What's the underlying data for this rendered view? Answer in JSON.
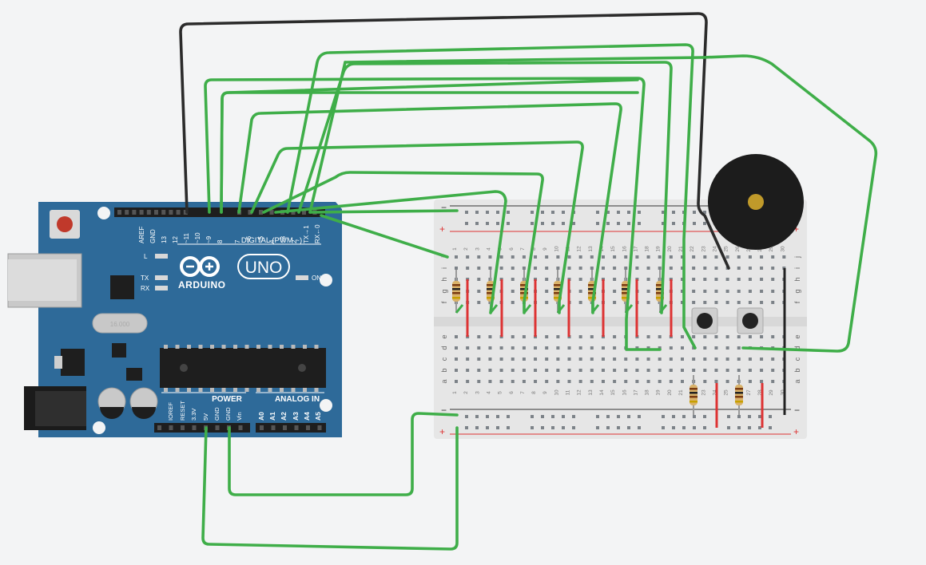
{
  "arduino": {
    "brand": "ARDUINO",
    "model": "UNO",
    "digital_title": "DIGITAL (PWM ~)",
    "pin_labels_top": [
      "AREF",
      "GND",
      "13",
      "12",
      "~11",
      "~10",
      "~9",
      "8",
      "7",
      "~6",
      "~5",
      "4",
      "~3",
      "2",
      "TX→1",
      "RX←0"
    ],
    "led_labels": [
      "L",
      "TX",
      "RX"
    ],
    "on_label": "ON",
    "power_title": "POWER",
    "analog_title": "ANALOG IN",
    "power_pins": [
      "IOREF",
      "RESET",
      "3.3V",
      "5V",
      "GND",
      "GND",
      "Vin"
    ],
    "analog_pins": [
      "A0",
      "A1",
      "A2",
      "A3",
      "A4",
      "A5"
    ],
    "crystal_text": "16.000"
  },
  "breadboard": {
    "row_letters_top": [
      "j",
      "i",
      "h",
      "g",
      "f"
    ],
    "row_letters_bottom": [
      "e",
      "d",
      "c",
      "b",
      "a"
    ],
    "rail_minus": "−",
    "rail_plus": "+",
    "column_count": 30
  },
  "colors": {
    "wire_green": "#3fae49",
    "wire_black": "#2b2b2b",
    "board_blue": "#2e6a99",
    "breadboard": "#e6e6e6",
    "rail_red": "#d33",
    "buzzer": "#1c1c1c",
    "buzzer_center": "#c09a2a"
  },
  "components": {
    "resistor_count": 9,
    "pushbutton_count": 2,
    "buzzer_count": 1
  }
}
